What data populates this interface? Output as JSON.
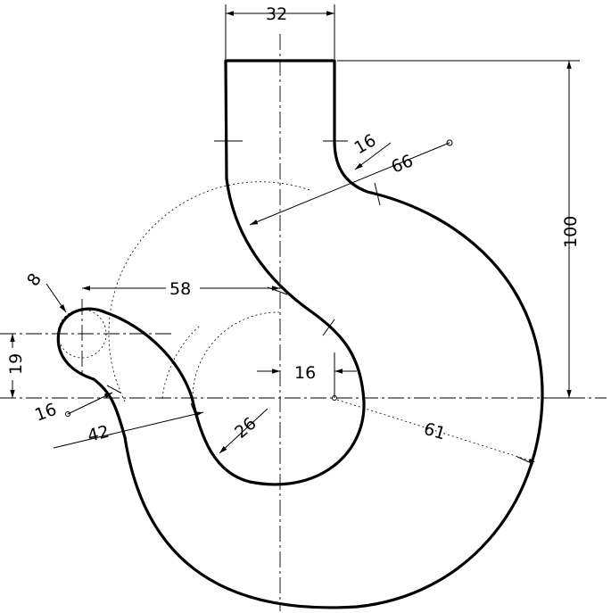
{
  "dimensions": {
    "width_top": "32",
    "height_right": "100",
    "fillet_top_right": "16",
    "arc_radius_large": "66",
    "tip_radius": "8",
    "horizontal_offset": "58",
    "vertical_offset": "19",
    "tip_fillet": "16",
    "arc_radius_mid": "42",
    "inner_radius": "26",
    "inner_offset": "16",
    "outer_radius": "61"
  }
}
